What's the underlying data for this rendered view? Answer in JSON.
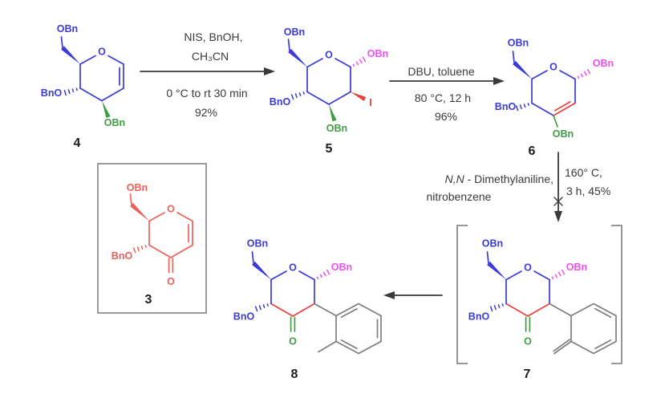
{
  "colors": {
    "blue": "#3b3bd8",
    "magenta": "#f24ff2",
    "green": "#3f9e44",
    "red": "#e8403a",
    "salmon": "#f0605a",
    "gray": "#7e7e7e",
    "dark": "#3a3a3a",
    "bracket": "#8a8a8a"
  },
  "compounds": {
    "c4": {
      "number": "4",
      "obn_top": "OBn",
      "ring_o": "O",
      "bno_left": "BnO",
      "obn_bottom": "OBn"
    },
    "c5": {
      "number": "5",
      "obn_top": "OBn",
      "ring_o": "O",
      "obn_anomeric": "OBn",
      "iodo": "I",
      "bno_left": "BnO",
      "obn_bottom": "OBn"
    },
    "c6": {
      "number": "6",
      "obn_top": "OBn",
      "ring_o": "O",
      "obn_anomeric": "OBn",
      "bno_left": "BnO",
      "obn_bottom": "OBn"
    },
    "c3": {
      "number": "3",
      "obn_top": "OBn",
      "ring_o": "O",
      "bno_left": "BnO",
      "ketone_o": "O"
    },
    "c7": {
      "number": "7",
      "obn_top": "OBn",
      "ring_o": "O",
      "obn_anomeric": "OBn",
      "bno_left": "BnO",
      "ketone_o": "O"
    },
    "c8": {
      "number": "8",
      "obn_top": "OBn",
      "ring_o": "O",
      "obn_anomeric": "OBn",
      "bno_left": "BnO",
      "ketone_o": "O"
    }
  },
  "steps": {
    "step1": {
      "reagents_line1": "NIS, BnOH,",
      "reagents_line2": "CH₃CN",
      "conditions_line1": "0 °C to rt 30 min",
      "yield": "92%"
    },
    "step2": {
      "reagents_line1": "DBU, toluene",
      "conditions_line1": "80 °C, 12 h",
      "yield": "96%"
    },
    "step3": {
      "reagent_italic": "N,N",
      "reagent_rest": " - Dimethylaniline,",
      "reagent_line2": "nitrobenzene",
      "conditions_line1": "160° C,",
      "conditions_line2": "3 h, 45%"
    }
  }
}
